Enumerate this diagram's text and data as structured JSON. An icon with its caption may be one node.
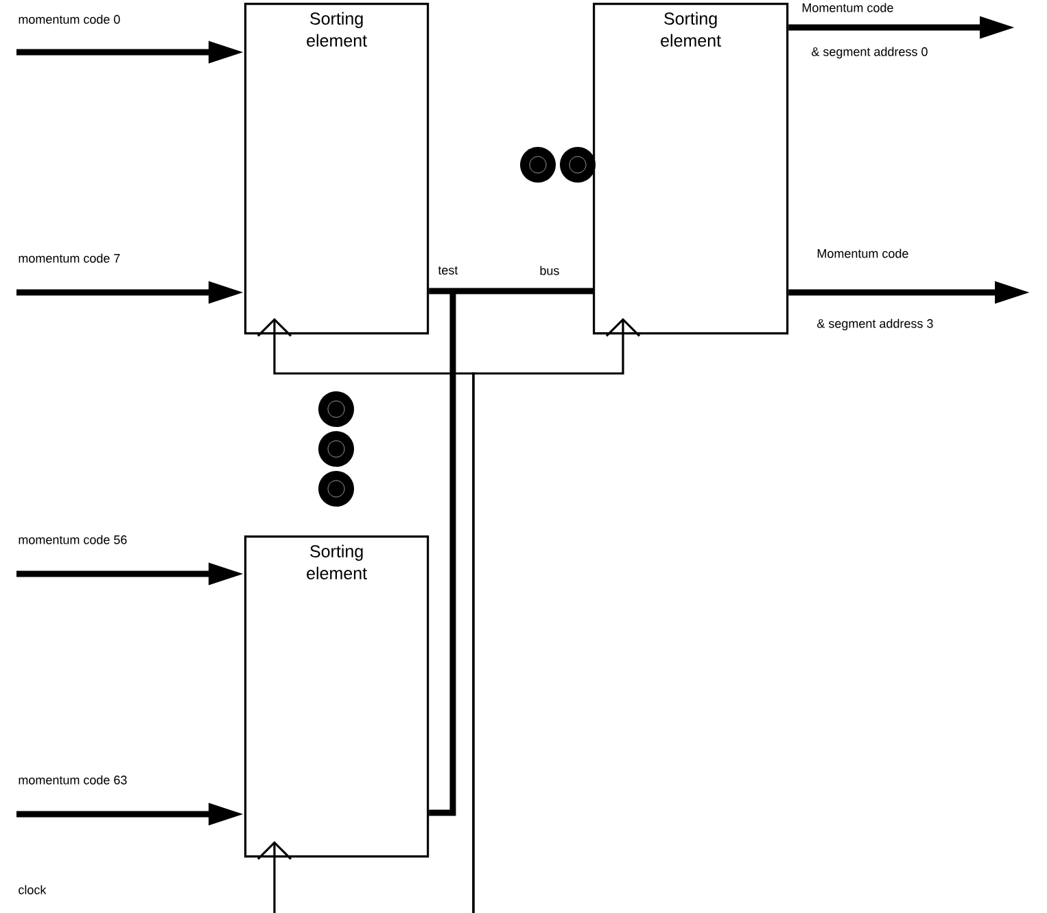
{
  "diagram": {
    "nodes": [
      {
        "text": [
          "Sorting element"
        ]
      },
      {
        "text": [
          "Sorting element"
        ]
      },
      {
        "text": [
          "Sorting element"
        ]
      },
      {
        "text": [
          "momentum code 0"
        ]
      },
      {
        "text": [
          "momentum code 7"
        ]
      },
      {
        "text": [
          "momentum code 56"
        ]
      },
      {
        "text": [
          "momentum code 63"
        ]
      },
      {
        "text": [
          "Momentum code",
          "& segment address 0"
        ]
      },
      {
        "text": [
          "Momentum code",
          "& segment address 3"
        ]
      }
    ],
    "edges": [
      {
        "from": 3,
        "to": 0,
        "arrow": "to"
      },
      {
        "from": 4,
        "to": 0,
        "arrow": "to"
      },
      {
        "from": 5,
        "to": 2,
        "arrow": "to"
      },
      {
        "from": 6,
        "to": 2,
        "arrow": "to"
      },
      {
        "from": 1,
        "to": 7,
        "arrow": "to"
      },
      {
        "from": 1,
        "to": 8,
        "arrow": "to"
      },
      {
        "from": 0,
        "to": 1,
        "arrow": "none"
      },
      {
        "from": 2,
        "to": 0,
        "arrow": "none"
      },
      {
        "from": null,
        "to": 0,
        "arrow": "to"
      },
      {
        "from": null,
        "to": 1,
        "arrow": "to"
      },
      {
        "from": null,
        "to": 2,
        "arrow": "to"
      }
    ],
    "labels": [
      "test",
      "bus",
      "clock"
    ]
  }
}
